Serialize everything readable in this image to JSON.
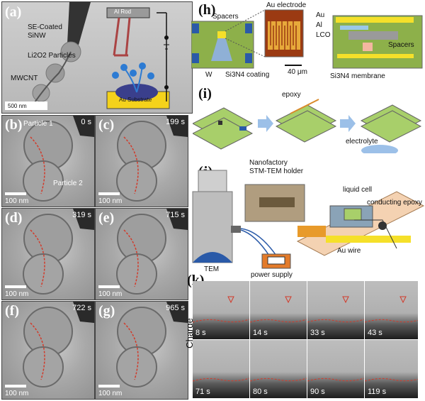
{
  "panel_a": {
    "label": "(a)",
    "rod_label": "Al Rod",
    "sinw_label": "SE-Coated\nSiNW",
    "particles_label": "Li2O2 Particles",
    "mwcnt_label": "MWCNT",
    "substrate_label": "Au Substrate",
    "scale": "500 nm"
  },
  "panels_tem": [
    {
      "label": "(b)",
      "time": "0 s",
      "scale": "100 nm",
      "p1": "Particle 1",
      "p2": "Particle 2"
    },
    {
      "label": "(c)",
      "time": "199 s",
      "scale": "100 nm"
    },
    {
      "label": "(d)",
      "time": "319 s",
      "scale": "100 nm"
    },
    {
      "label": "(e)",
      "time": "715 s",
      "scale": "100 nm"
    },
    {
      "label": "(f)",
      "time": "722 s",
      "scale": "100 nm"
    },
    {
      "label": "(g)",
      "time": "965 s",
      "scale": "100 nm"
    }
  ],
  "panel_h": {
    "label": "(h)",
    "spacers": "Spacers",
    "au_electrode": "Au electrode",
    "w": "W",
    "si3n4_coating": "Si3N4 coating",
    "scale": "40 μm",
    "au": "Au",
    "al": "Al",
    "lco": "LCO",
    "spacers_right": "Spacers",
    "membrane": "Si3N4 membrane"
  },
  "panel_i": {
    "label": "(i)",
    "epoxy": "epoxy",
    "electrolyte": "electrolyte"
  },
  "panel_j": {
    "label": "(j)",
    "holder": "Nanofactory\nSTM-TEM holder",
    "tem": "TEM",
    "power": "power supply",
    "liquid_cell": "liquid cell",
    "epoxy": "conducting epoxy",
    "au_wire": "Au wire"
  },
  "panel_k": {
    "label": "(k)",
    "side_label": "Charge",
    "times": [
      "8 s",
      "14 s",
      "33 s",
      "43 s",
      "71 s",
      "80 s",
      "90 s",
      "119 s"
    ]
  },
  "colors": {
    "spacer_green": "#8db04a",
    "electrode_yellow": "#f5e02a",
    "contact_blue": "#2a5aa8",
    "annotation_red": "#d23a2a"
  }
}
